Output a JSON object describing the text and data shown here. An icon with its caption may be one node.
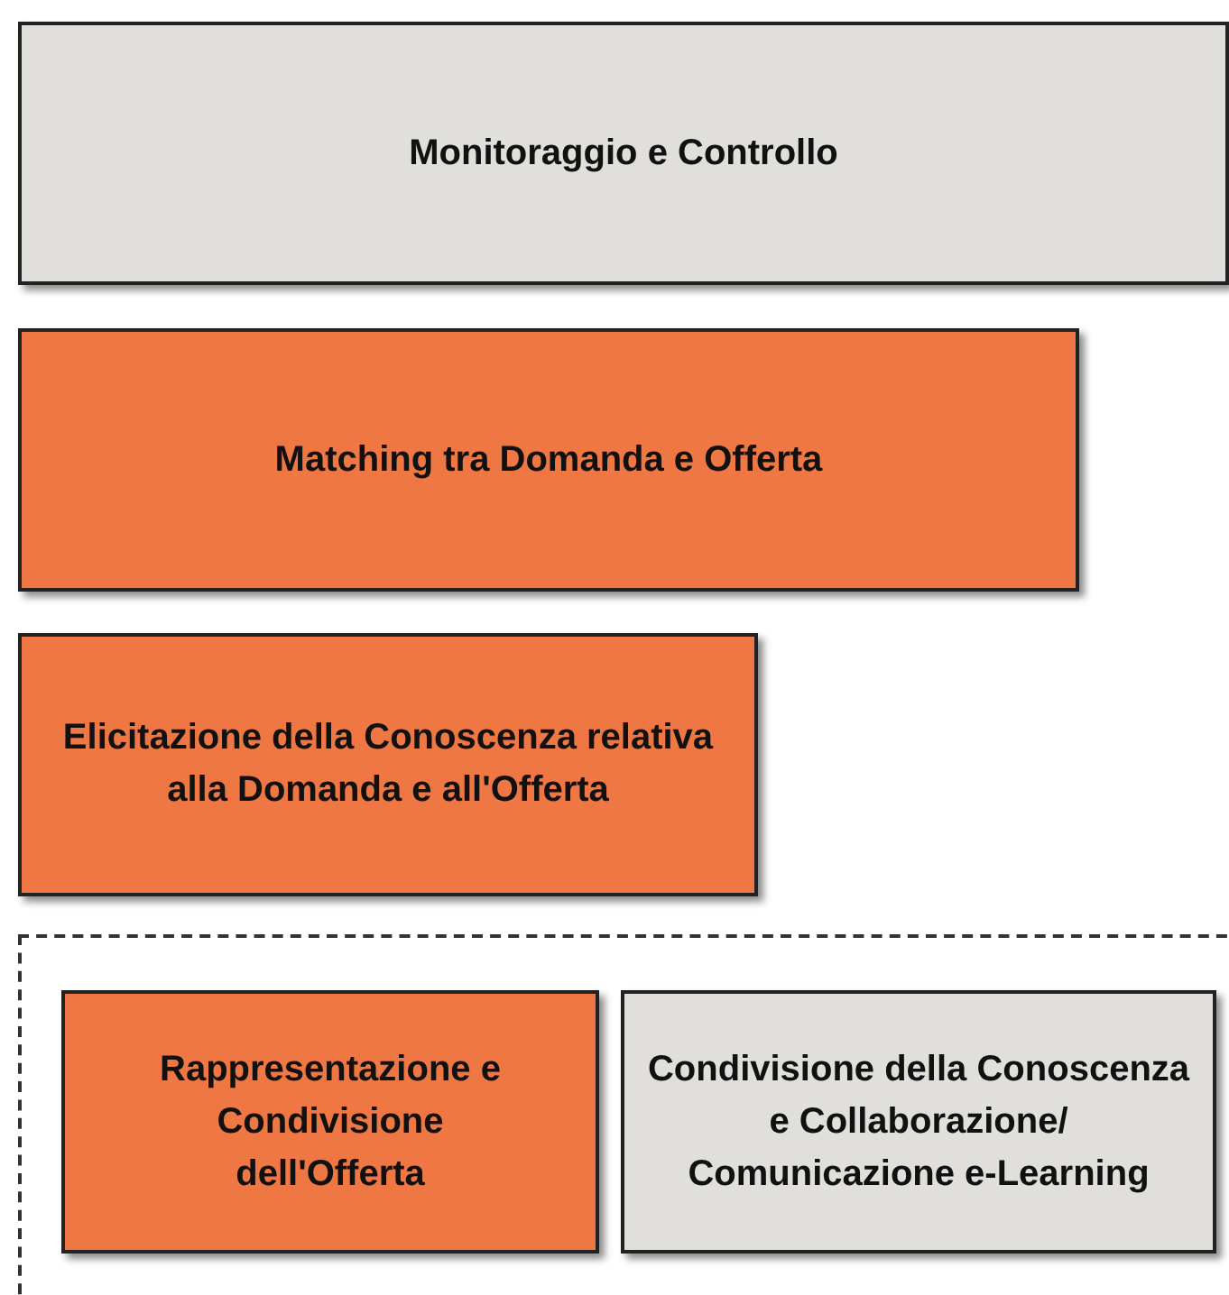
{
  "diagram": {
    "nodes": [
      {
        "text": [
          "Monitoraggio e Controllo"
        ]
      },
      {
        "text": [
          "Matching tra Domanda e Offerta"
        ]
      },
      {
        "text": [
          "Elicitazione della Conoscenza relativa alla Domanda e all'Offerta"
        ]
      },
      {
        "text": [],
        "shape": "box"
      },
      {
        "text": [
          "Rappresentazione e Condivisione dell'Offerta"
        ],
        "in": 3
      },
      {
        "text": [
          "Condivisione della Conoscenza e Collaborazione/ Comunicazione e-Learning"
        ],
        "in": 3
      }
    ],
    "edges": []
  }
}
